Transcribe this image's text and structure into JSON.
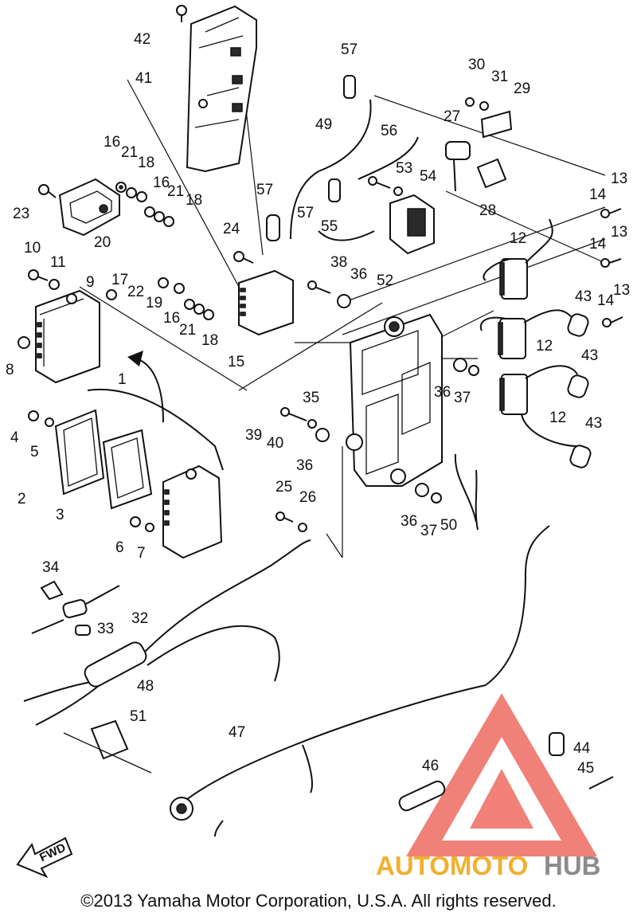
{
  "copyright": "©2013 Yamaha Motor Corporation, U.S.A. All rights reserved.",
  "fwd_label": "FWD",
  "watermark": {
    "word_a": "AUTOMOTO",
    "word_b": "HUB",
    "colors": {
      "red": "#e83a2c",
      "yellow": "#f0b030",
      "gray": "#8c8c8c"
    }
  },
  "callouts": [
    "1",
    "2",
    "3",
    "4",
    "5",
    "6",
    "7",
    "8",
    "9",
    "10",
    "11",
    "12",
    "12",
    "12",
    "13",
    "13",
    "13",
    "14",
    "14",
    "14",
    "15",
    "16",
    "16",
    "16",
    "17",
    "18",
    "18",
    "18",
    "19",
    "20",
    "21",
    "21",
    "21",
    "22",
    "23",
    "24",
    "25",
    "26",
    "27",
    "28",
    "29",
    "30",
    "31",
    "32",
    "33",
    "34",
    "35",
    "36",
    "36",
    "36",
    "36",
    "37",
    "37",
    "38",
    "39",
    "40",
    "41",
    "42",
    "43",
    "43",
    "43",
    "44",
    "45",
    "46",
    "47",
    "48",
    "49",
    "50",
    "51",
    "52",
    "53",
    "54",
    "55",
    "56",
    "57",
    "57",
    "57"
  ]
}
